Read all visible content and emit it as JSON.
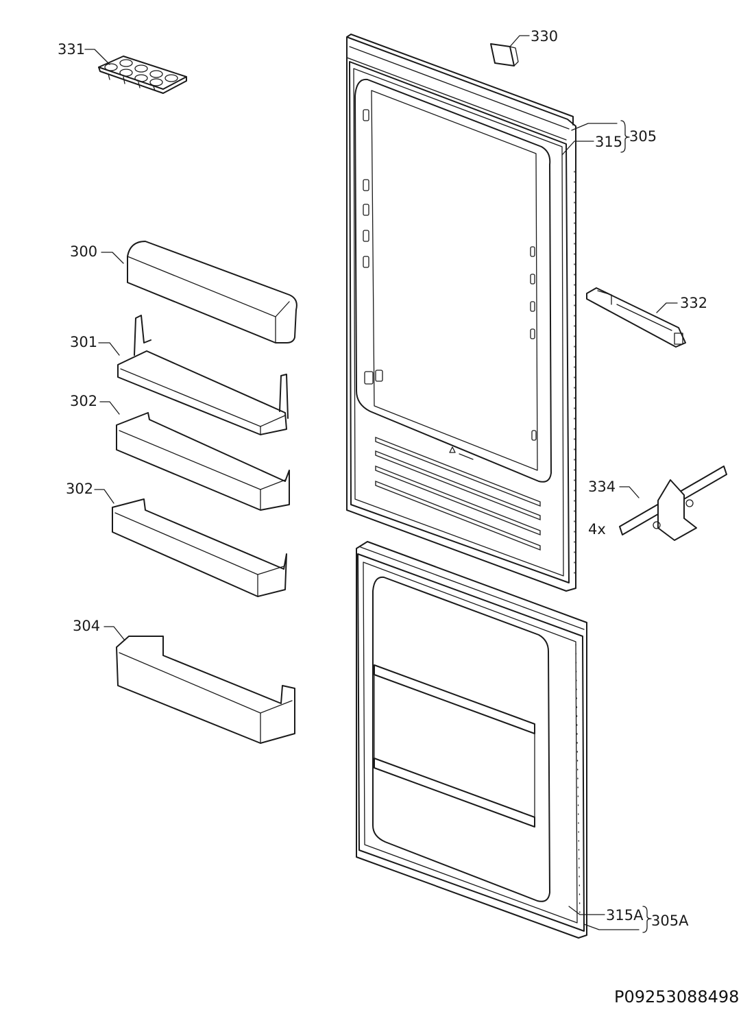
{
  "labels": {
    "p330": "330",
    "p331": "331",
    "p305": "305",
    "p315": "315",
    "p300": "300",
    "p301": "301",
    "p302a": "302",
    "p302b": "302",
    "p304": "304",
    "p332": "332",
    "p334": "334",
    "qty334": "4x",
    "p315A": "315A",
    "p305A": "305A"
  },
  "drawing_code": "P09253088498"
}
